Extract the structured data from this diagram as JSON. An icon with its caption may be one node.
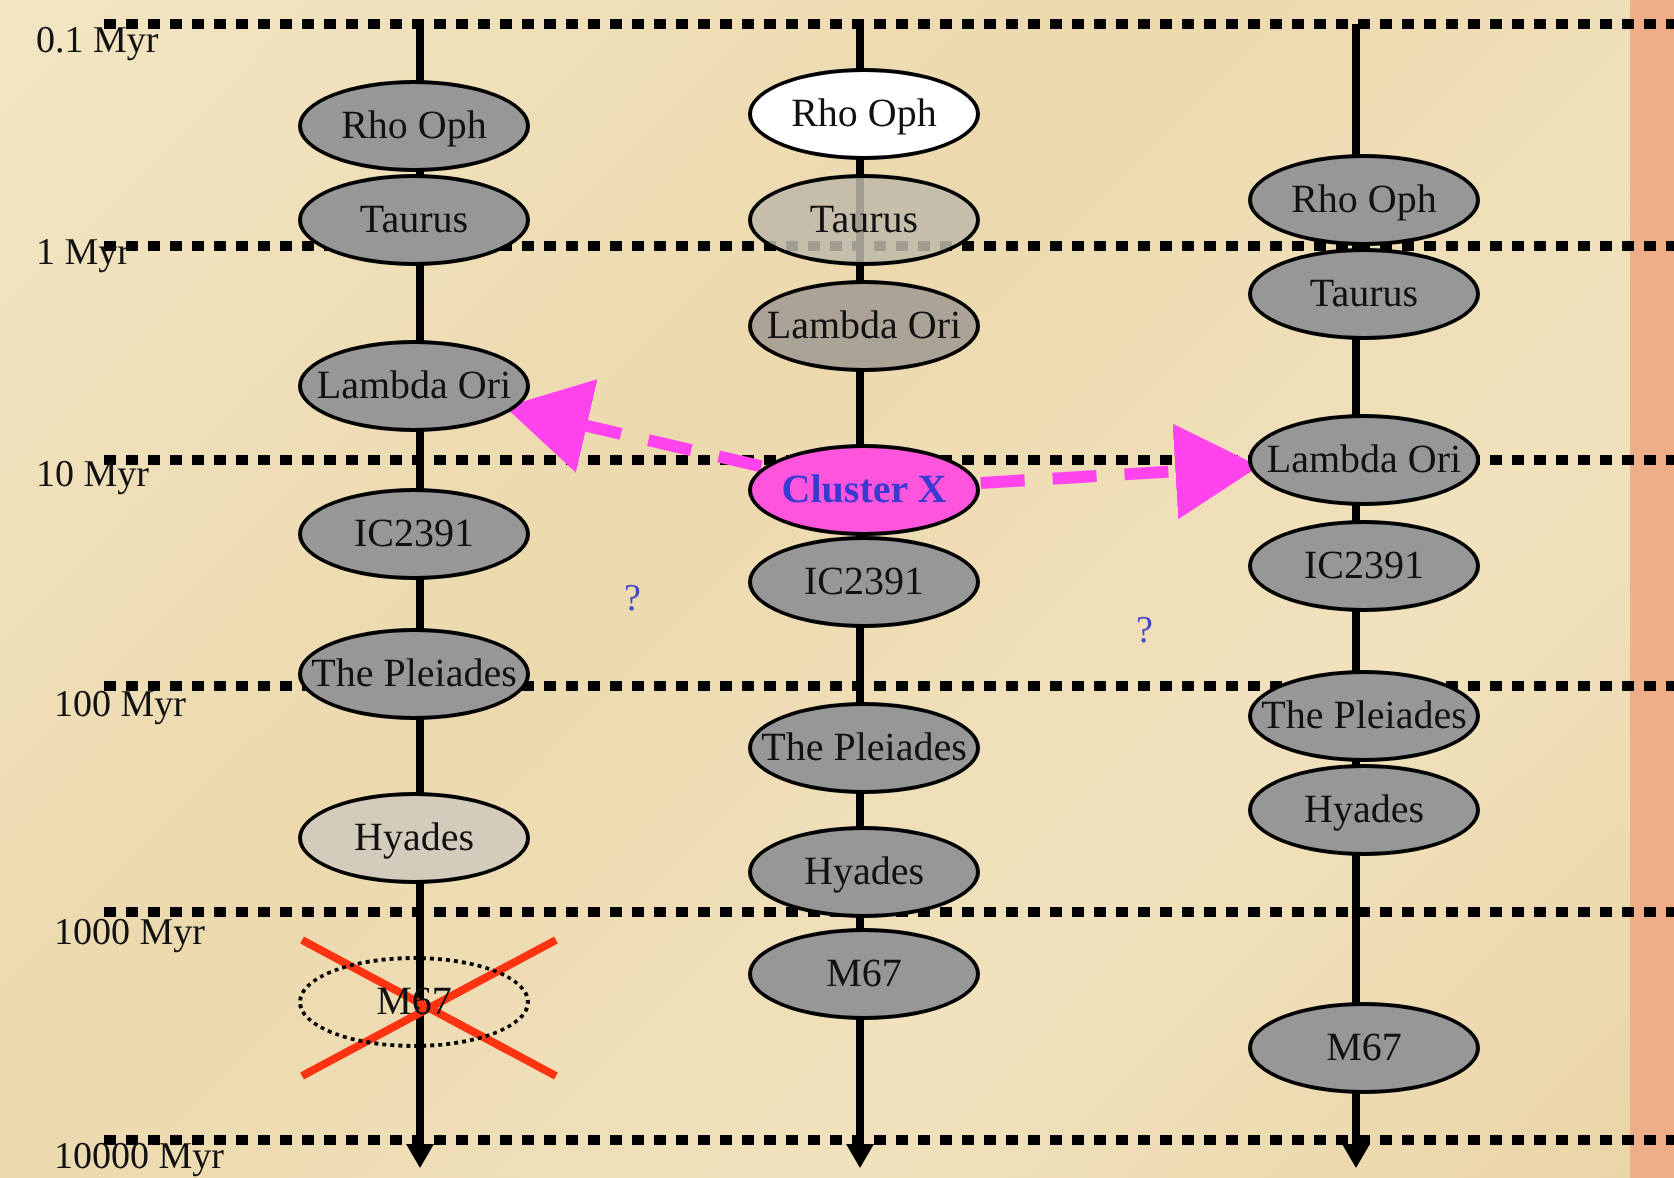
{
  "diagram": {
    "nodes": [
      {
        "text": [
          "Rho Oph"
        ]
      },
      {
        "text": [
          "Taurus"
        ]
      },
      {
        "text": [
          "Lambda Ori"
        ]
      },
      {
        "text": [
          "IC2391"
        ]
      },
      {
        "text": [
          "The Pleiades"
        ]
      },
      {
        "text": [
          "Hyades"
        ]
      },
      {
        "text": [
          "M67"
        ]
      },
      {
        "text": [
          "Rho Oph"
        ]
      },
      {
        "text": [
          "Taurus"
        ]
      },
      {
        "text": [
          "Lambda Ori"
        ]
      },
      {
        "text": [
          "Cluster X"
        ]
      },
      {
        "text": [
          "IC2391"
        ]
      },
      {
        "text": [
          "The Pleiades"
        ]
      },
      {
        "text": [
          "Hyades"
        ]
      },
      {
        "text": [
          "M67"
        ]
      },
      {
        "text": [
          "Rho Oph"
        ]
      },
      {
        "text": [
          "Taurus"
        ]
      },
      {
        "text": [
          "Lambda Ori"
        ]
      },
      {
        "text": [
          "IC2391"
        ]
      },
      {
        "text": [
          "The Pleiades"
        ]
      },
      {
        "text": [
          "Hyades"
        ]
      },
      {
        "text": [
          "M67"
        ]
      }
    ],
    "edges": [
      {
        "from": 10,
        "to": 2,
        "arrow": "to",
        "style": "dashed"
      },
      {
        "from": 10,
        "to": 17,
        "arrow": "to",
        "style": "dashed"
      }
    ],
    "labels": [
      "0.1 Myr",
      "1 Myr",
      "10 Myr",
      "100 Myr",
      "1000 Myr",
      "10000 Myr",
      "?",
      "?"
    ]
  }
}
